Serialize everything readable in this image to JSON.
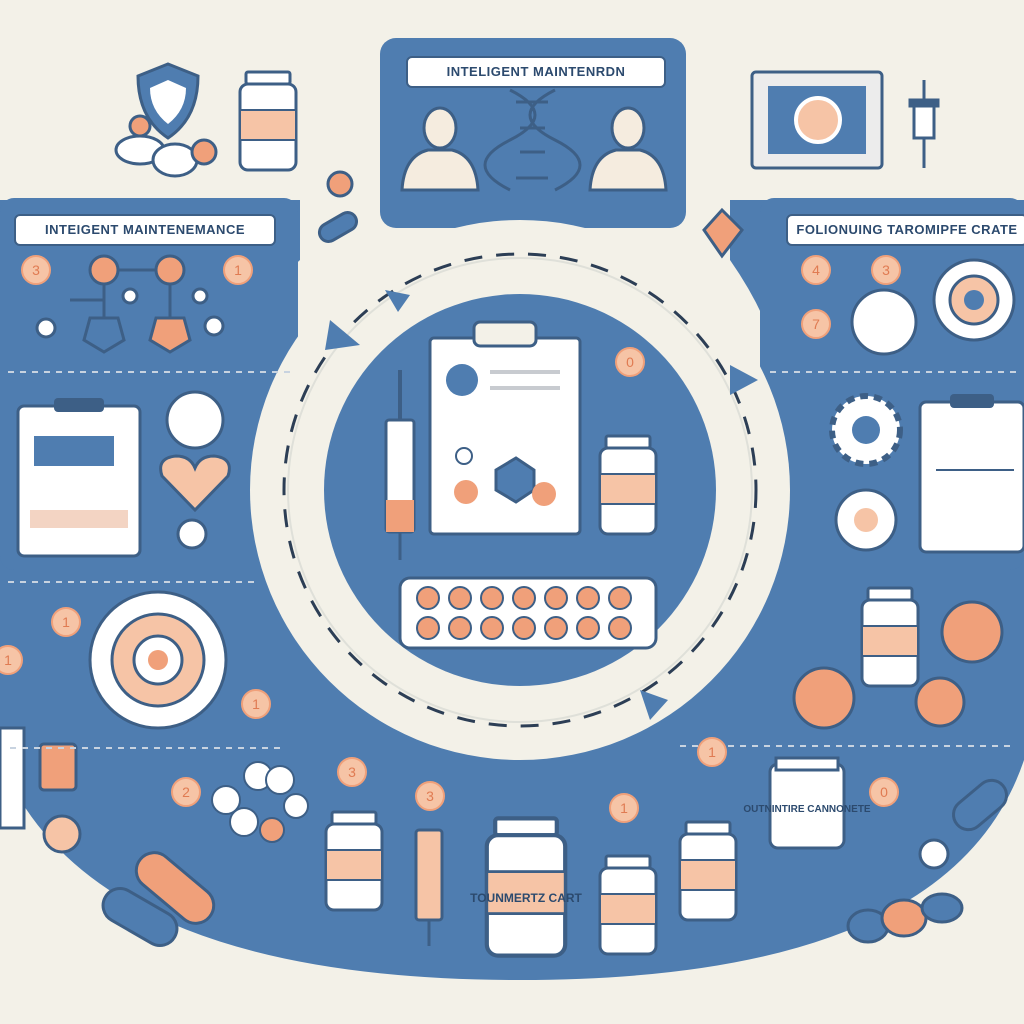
{
  "panels": {
    "top_center_title": "INTELIGENT MAINTENRDN",
    "left_title": "INTEIGENT MAINTENEMANCE",
    "right_title": "FOLIONUING TAROMIPFE CRATE"
  },
  "labels": {
    "bottle_center": "TOUNMERTZ CART",
    "bottle_right": "OUTNINTIRE CANNONETE"
  },
  "number_badges": [
    "3",
    "1",
    "4",
    "3",
    "7",
    "1",
    "1",
    "2",
    "3",
    "3",
    "1",
    "0",
    "0",
    "1",
    "1"
  ],
  "colors": {
    "blue": "#4f7db0",
    "blue_dark": "#3d5f86",
    "cream": "#f3f1e8",
    "orange": "#f0a07a",
    "white": "#ffffff"
  },
  "icons": [
    "shield-icon",
    "pill-bottle-icon",
    "dna-icon",
    "person-icon",
    "syringe-icon",
    "clipboard-icon",
    "pill-blister-icon",
    "gear-icon",
    "capsule-icon",
    "target-dial-icon",
    "monitor-icon"
  ]
}
